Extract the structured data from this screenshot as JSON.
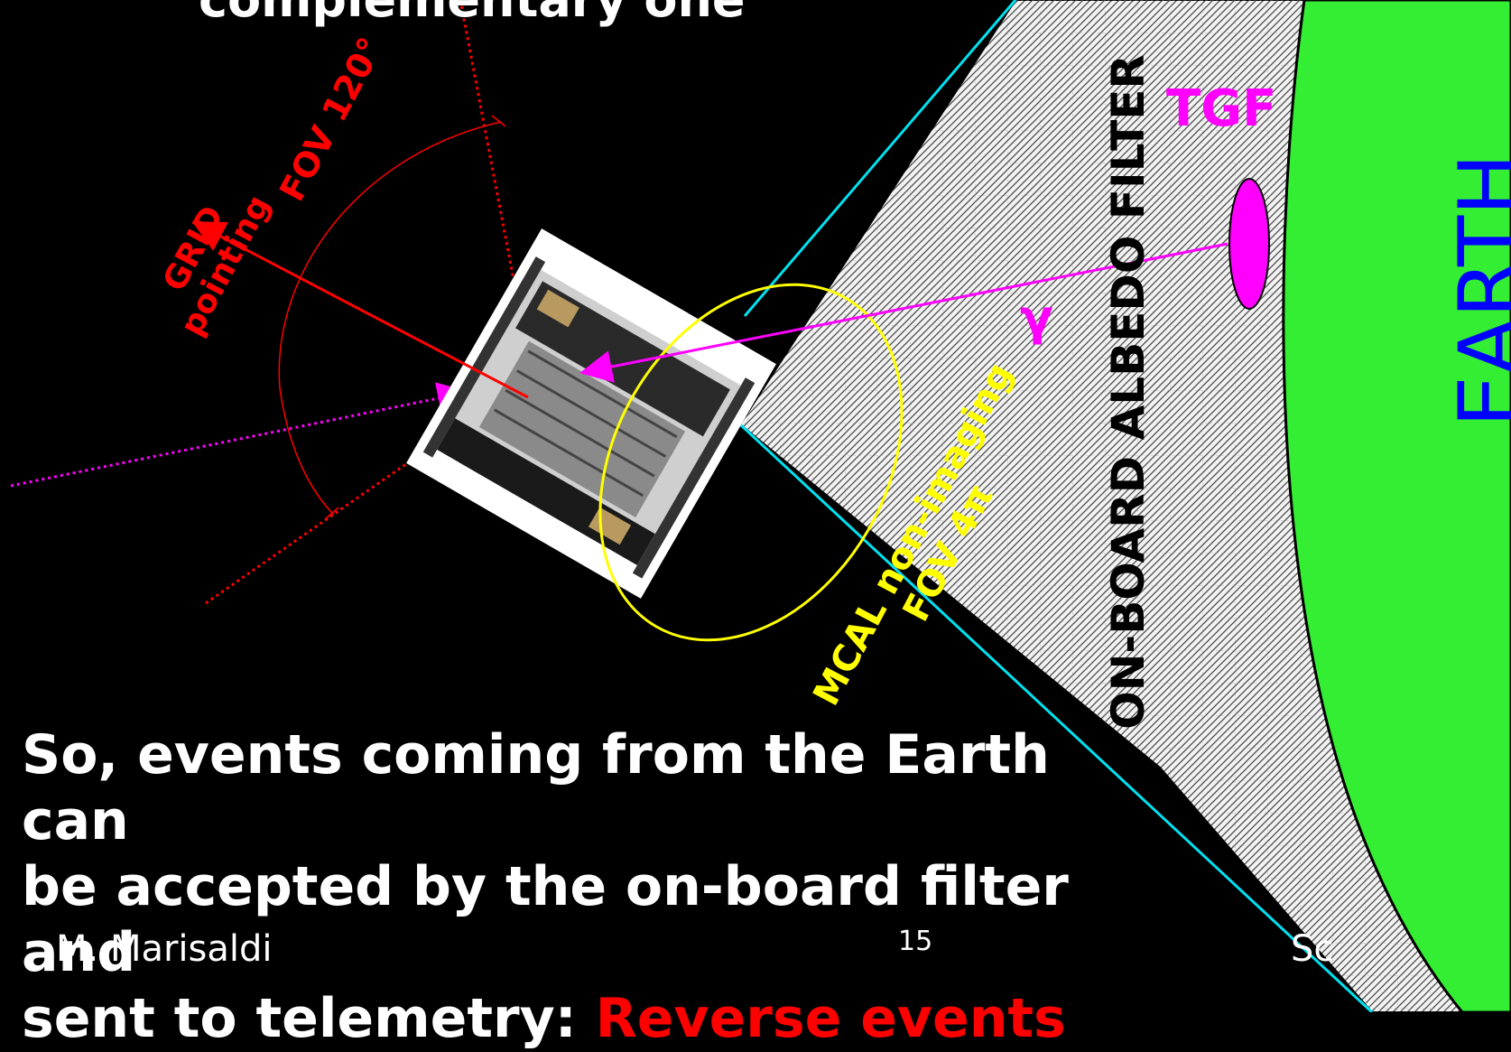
{
  "slide": {
    "top_caption": "complementary one",
    "grid_pointing": [
      "GRID",
      "pointing"
    ],
    "fov_grid": "FOV 120°",
    "mcal_fov": [
      "MCAL non-imaging",
      "FOV 4π"
    ],
    "albedo_filter": "ON-BOARD ALBEDO FILTER",
    "tgf": "TGF",
    "gamma": "γ",
    "earth": "EARTH",
    "bottom_text_line1": "So, events coming from the Earth can",
    "bottom_text_line2": "be accepted by the on-board filter and",
    "bottom_text_line3_prefix": "sent to telemetry: ",
    "bottom_text_highlight": "Reverse events",
    "footer_author": "M. Marisaldi",
    "footer_page": "15",
    "footer_truncated": "Sc"
  },
  "colors": {
    "background": "#000000",
    "earth": "#33ee33",
    "grid_red": "#ff0000",
    "mcal_yellow": "#ffff00",
    "tgf_magenta": "#ff00ff",
    "earth_label_blue": "#0000ff",
    "limb_cyan": "#00e0f0"
  },
  "icons": {
    "satellite": "agile-satellite-icon",
    "tgf_source": "tgf-ellipse-icon"
  }
}
